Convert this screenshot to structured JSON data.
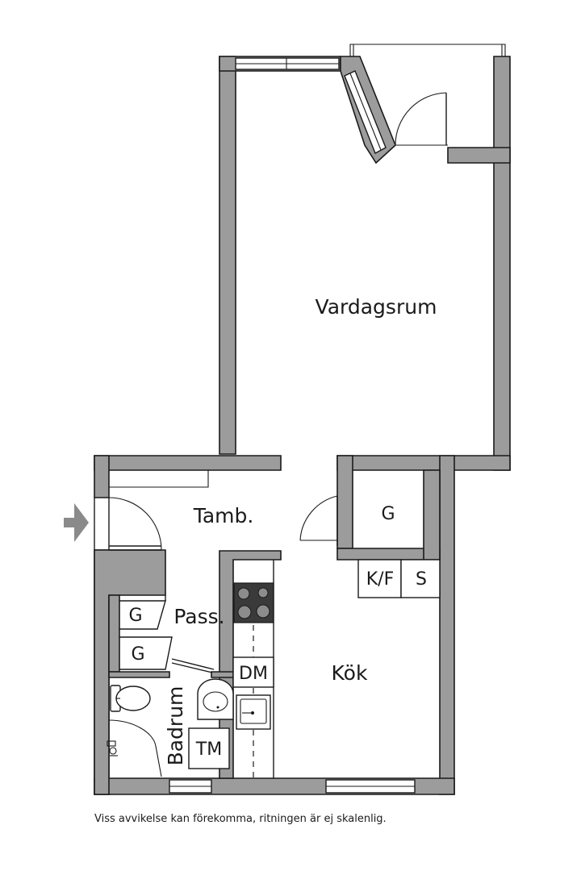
{
  "rooms": {
    "vardagsrum": "Vardagsrum",
    "tamb": "Tamb.",
    "kok": "Kök",
    "pass": "Pass.",
    "badrum": "Badrum"
  },
  "fixtures": {
    "garderob_vardagsrum": "G",
    "garderob_pass_1": "G",
    "garderob_pass_2": "G",
    "kyl_frys": "K/F",
    "skafferi": "S",
    "diskmaskin": "DM",
    "tvattmaskin": "TM"
  },
  "icons": {
    "entrance": "arrow-right-icon",
    "stove": "stove-icon",
    "sink": "sink-icon",
    "toilet": "toilet-icon",
    "shower": "shower-icon"
  },
  "colors": {
    "wall": "#9c9c9c",
    "line": "#1a1a1a",
    "stove": "#3a3a3a"
  },
  "disclaimer": "Viss avvikelse kan förekomma, ritningen är ej skalenlig."
}
